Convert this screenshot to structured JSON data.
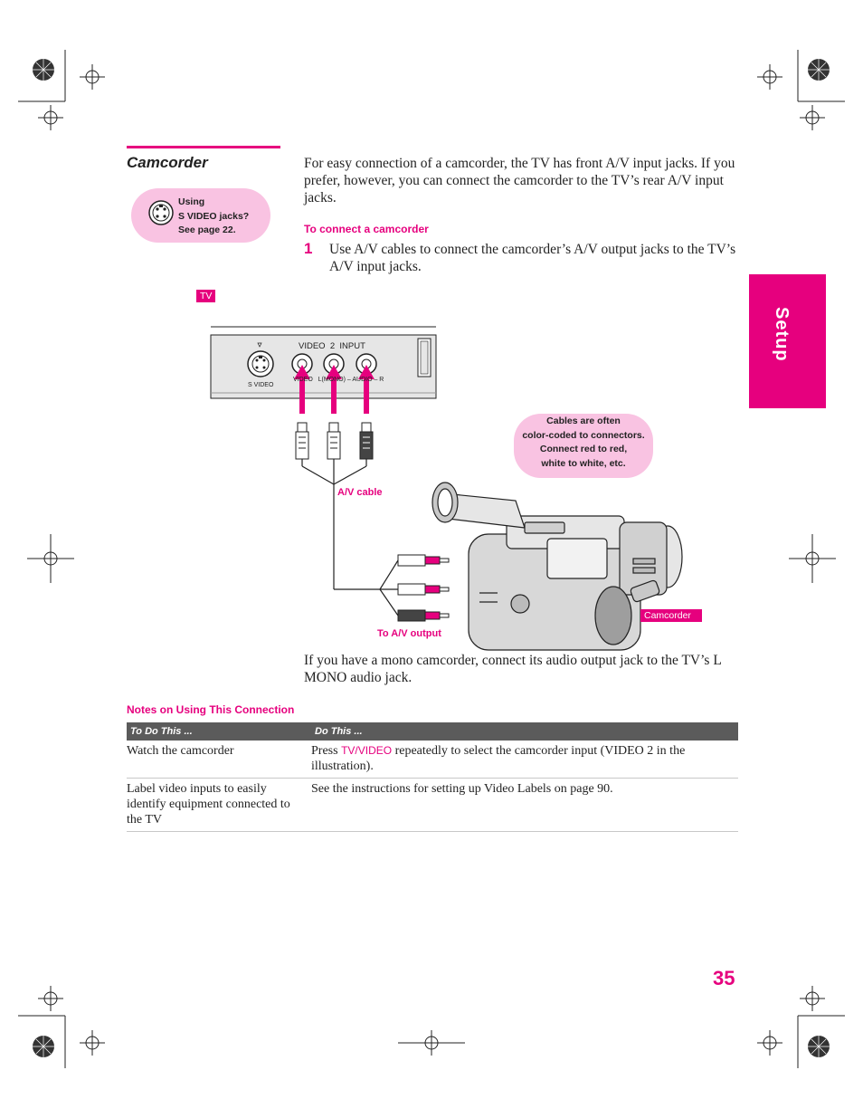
{
  "section": {
    "title": "Camcorder"
  },
  "svideo_callout": {
    "line1": "Using",
    "line2": "S VIDEO jacks?",
    "line3": "See page 22."
  },
  "intro": "For easy connection of a camcorder, the TV has front A/V input jacks. If you prefer, however, you can connect the camcorder to the TV’s rear A/V input jacks.",
  "procedure": {
    "heading": "To connect a camcorder",
    "steps": [
      {
        "number": "1",
        "text": "Use A/V cables to connect the camcorder’s A/V output jacks to the TV’s A/V input jacks."
      }
    ]
  },
  "diagram": {
    "tv_tag": "TV",
    "panel_title": "VIDEO  2  INPUT",
    "svideo_label": "S VIDEO",
    "jack_labels": "VIDEO   L(MONO) – AUDIO – R",
    "cable_label": "A/V cable",
    "output_label": "To A/V output",
    "camcorder_tag": "Camcorder",
    "colors_callout": {
      "line1": "Cables are often",
      "line2": "color-coded to connectors.",
      "line3": "Connect red to red,",
      "line4": "white to white, etc."
    }
  },
  "mono_note": "If you have a mono camcorder, connect its audio output jack to the TV’s L MONO audio jack.",
  "notes": {
    "heading": "Notes on Using This Connection",
    "col1_header": "To Do This ...",
    "col2_header": "Do This ...",
    "rows": [
      {
        "todo": "Watch the camcorder",
        "do_prefix": "Press ",
        "do_button": "TV/VIDEO",
        "do_suffix": " repeatedly to select the camcorder input (VIDEO 2 in the illustration)."
      },
      {
        "todo": "Label video inputs to easily identify equipment connected to the TV",
        "do_prefix": "See the instructions for setting up Video Labels on page 90.",
        "do_button": "",
        "do_suffix": ""
      }
    ]
  },
  "side_tab": "Setup",
  "page_number": "35",
  "colors": {
    "accent": "#e6007e",
    "callout_bg": "#f9c3e2",
    "table_header": "#5b5b5b"
  }
}
